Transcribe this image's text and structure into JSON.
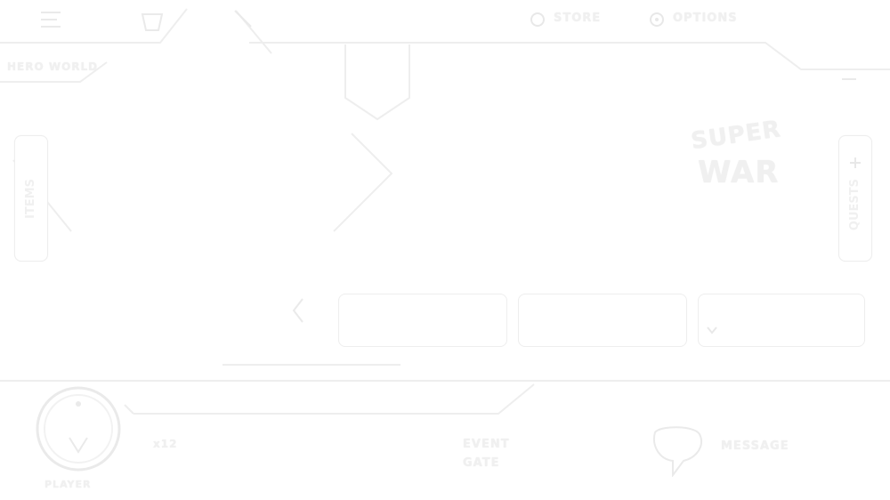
{
  "top_menu": {
    "store_label": "STORE",
    "settings_label": "OPTIONS"
  },
  "header": {
    "breadcrumb_label": "HERO WORLD"
  },
  "left_panel": {
    "label": "ITEMS"
  },
  "right_panel": {
    "label": "QUESTS"
  },
  "title_logo": {
    "line1": "SUPER",
    "line2": "WAR"
  },
  "tabs": [
    {
      "label": ""
    },
    {
      "label": ""
    },
    {
      "label": ""
    }
  ],
  "footer": {
    "profile_name": "PLAYER",
    "level_label": "x12",
    "event_line1": "EVENT",
    "event_line2": "GATE",
    "chat_label": "MESSAGE"
  },
  "colors": {
    "background": "#ffffff",
    "ghost": "#f0f0f0",
    "line": "#eeeeee"
  }
}
